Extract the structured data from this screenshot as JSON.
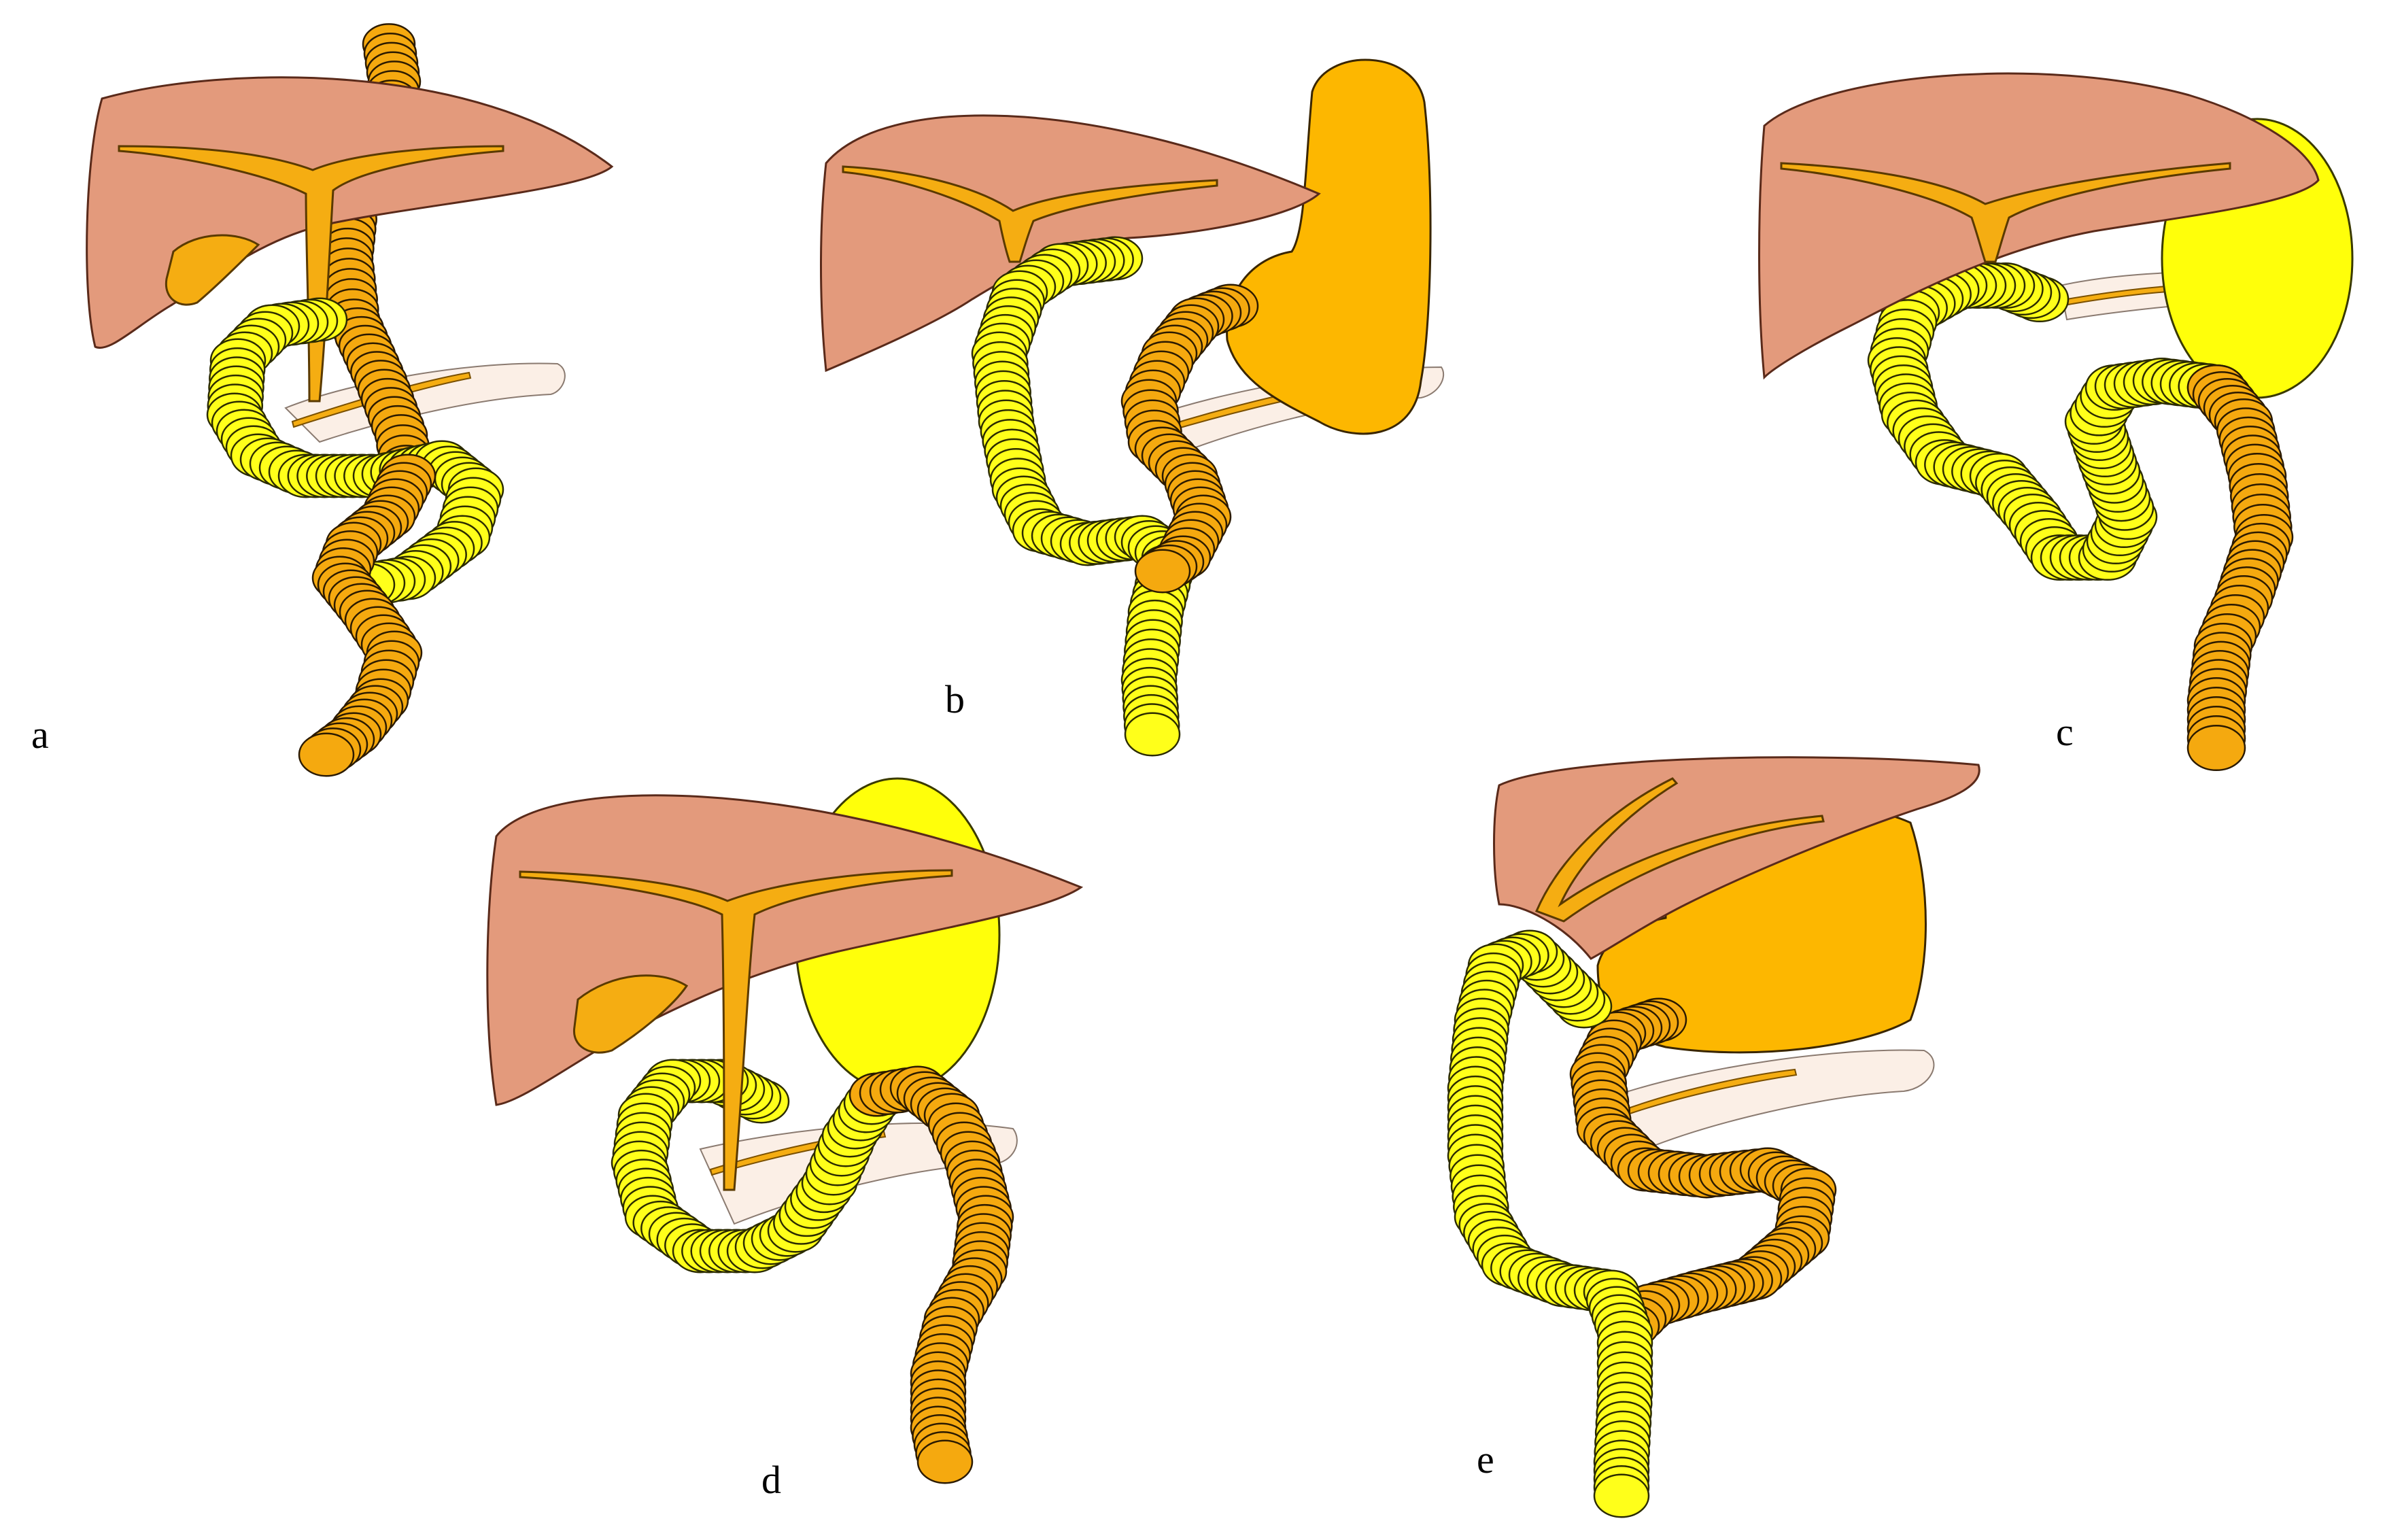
{
  "panels": [
    {
      "id": "a",
      "label": "a"
    },
    {
      "id": "b",
      "label": "b"
    },
    {
      "id": "c",
      "label": "c"
    },
    {
      "id": "d",
      "label": "d"
    },
    {
      "id": "e",
      "label": "e"
    }
  ],
  "colors": {
    "liver": "#e39a7c",
    "bile_duct": "#f5ad12",
    "pancreas": "#fbefe6",
    "stomach_orange": "#fdb700",
    "stomach_yellow": "#ffff0a",
    "limb_yellow": "#ffff1a",
    "limb_orange": "#f5a90f"
  }
}
